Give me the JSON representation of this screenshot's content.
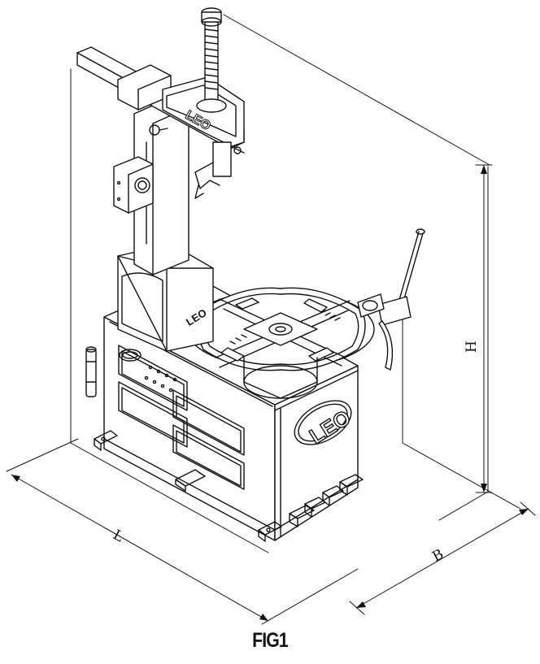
{
  "diagram": {
    "caption": "FIG1",
    "brand_logo": "LEO",
    "dimensions": {
      "height_label": "H",
      "length_label": "L",
      "width_label": "B"
    }
  },
  "colors": {
    "line": "#111111",
    "background": "#ffffff"
  }
}
